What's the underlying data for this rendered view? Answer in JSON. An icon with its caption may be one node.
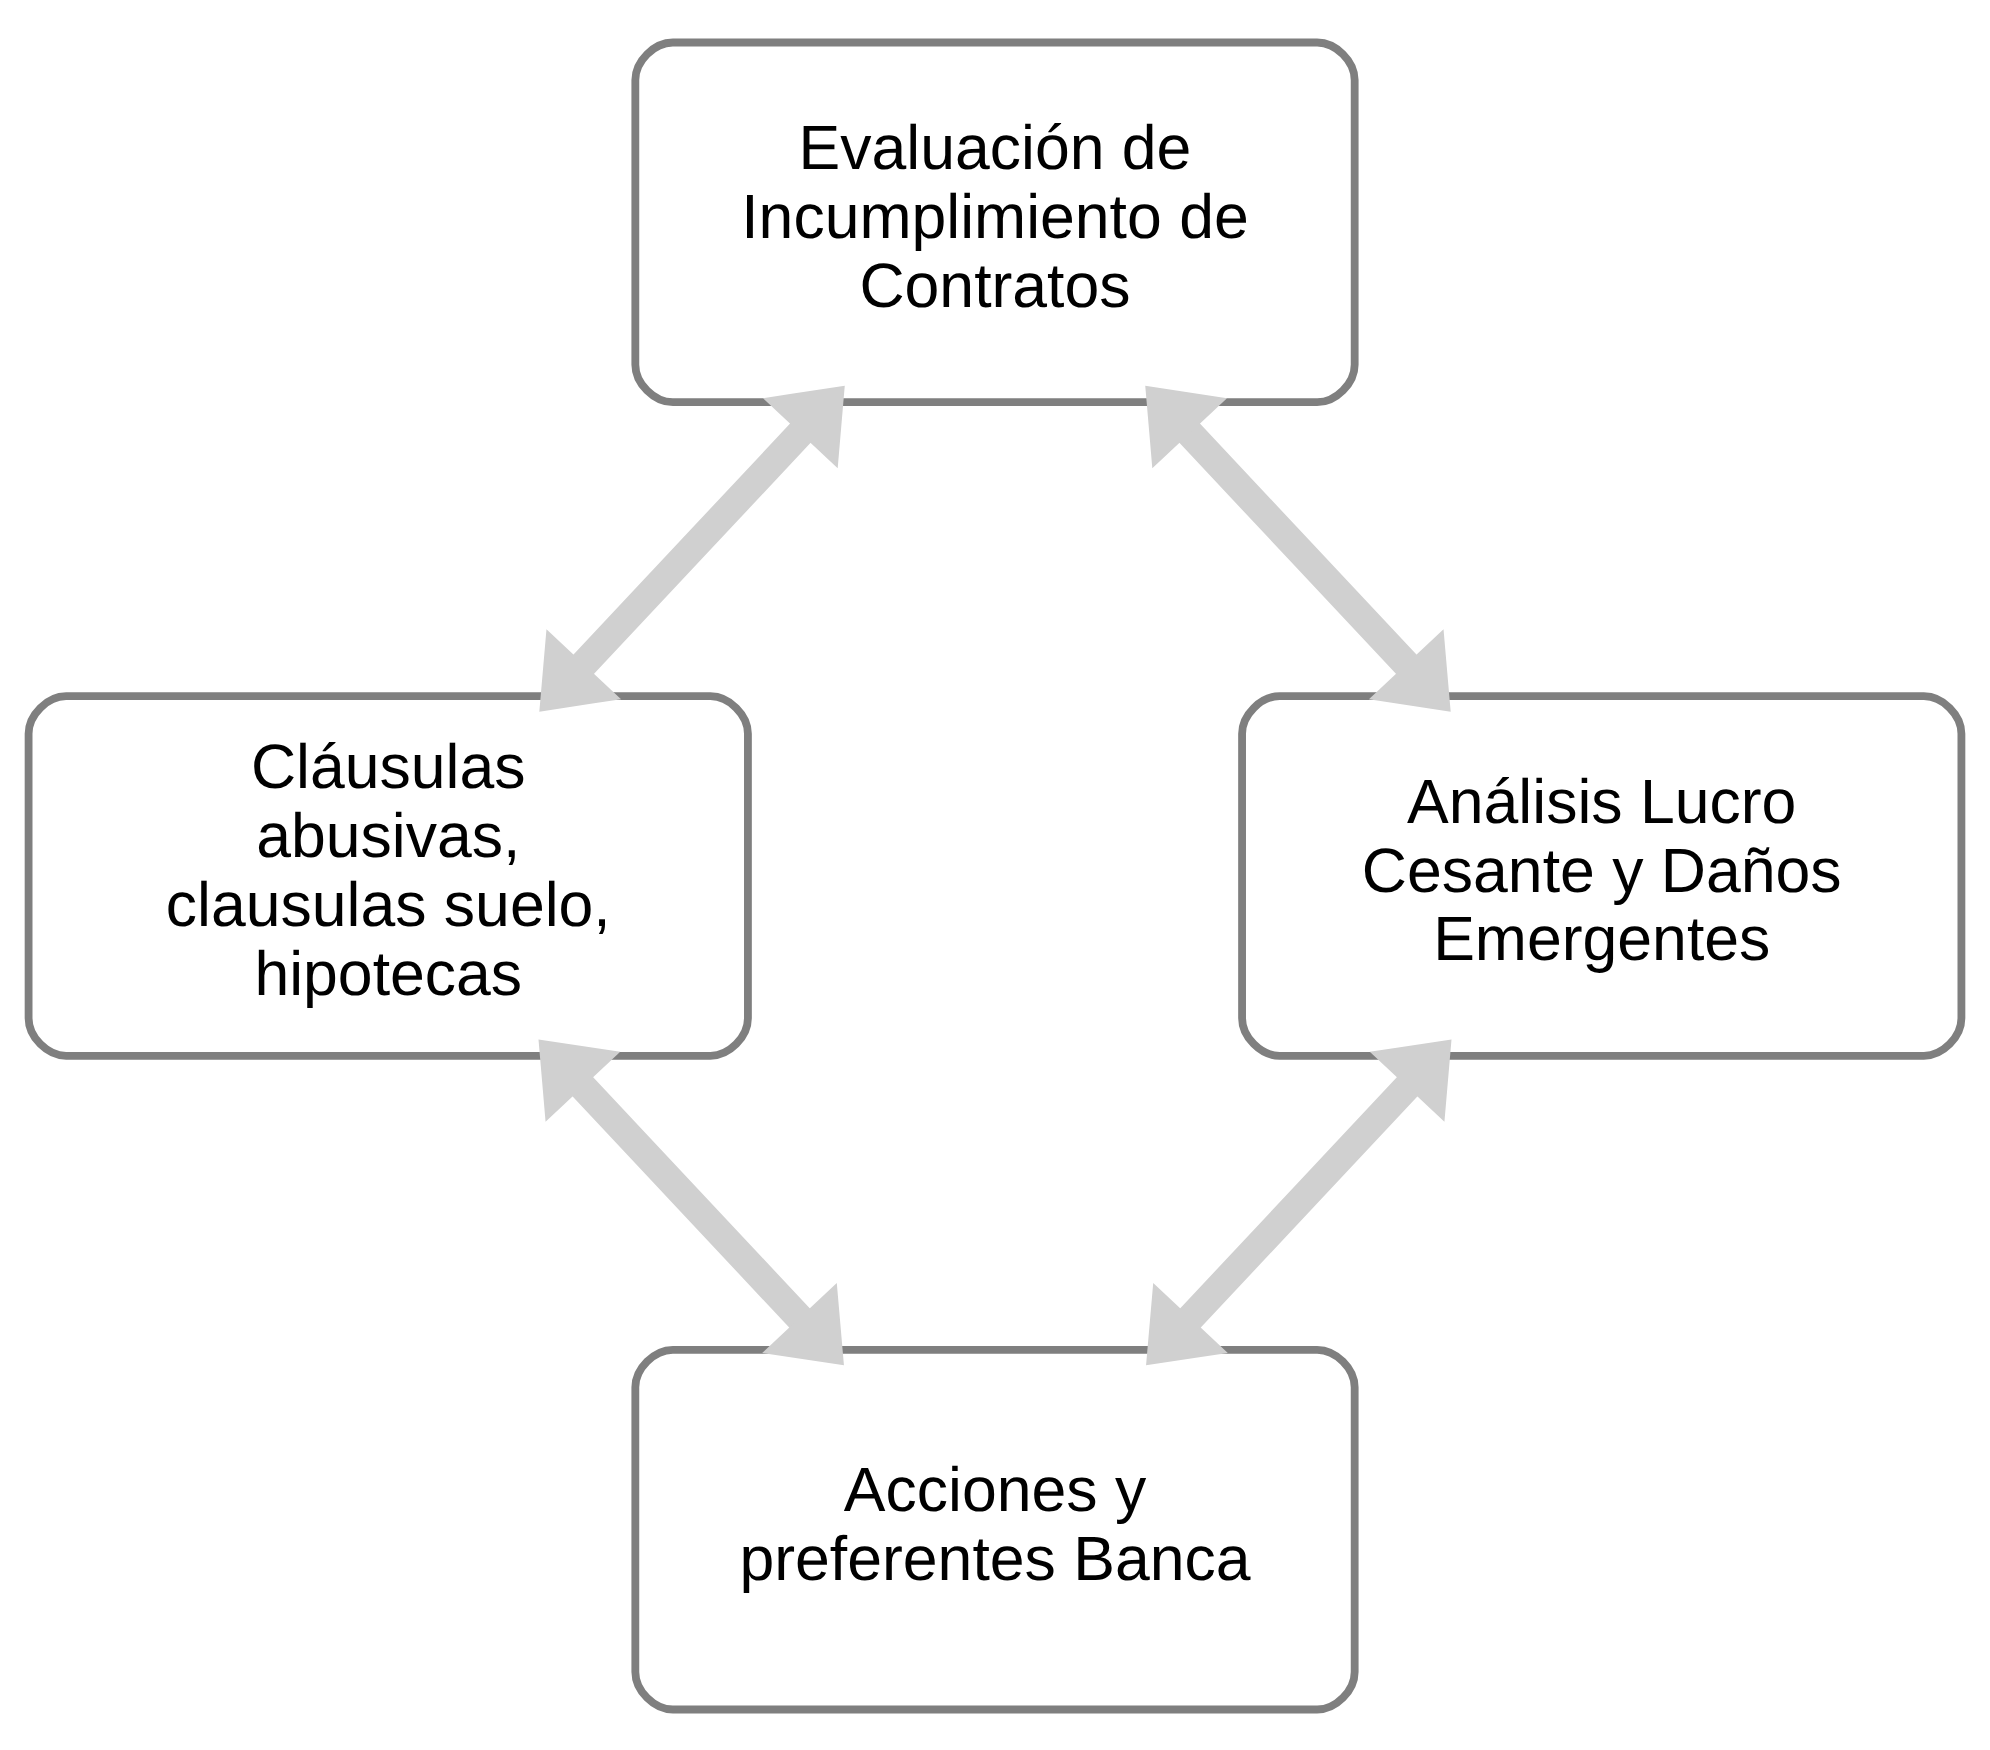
{
  "diagram": {
    "nodes": [
      {
        "text": [
          "Evaluación de Incumplimiento de Contratos"
        ]
      },
      {
        "text": [
          "Cláusulas abusivas, clausulas suelo, hipotecas"
        ]
      },
      {
        "text": [
          "Análisis Lucro Cesante y Daños Emergentes"
        ]
      },
      {
        "text": [
          "Acciones y preferentes Banca"
        ]
      }
    ],
    "edges": [
      {
        "from": 0,
        "to": 1,
        "arrow": "both"
      },
      {
        "from": 0,
        "to": 2,
        "arrow": "both"
      },
      {
        "from": 1,
        "to": 3,
        "arrow": "both"
      },
      {
        "from": 2,
        "to": 3,
        "arrow": "both"
      }
    ]
  }
}
